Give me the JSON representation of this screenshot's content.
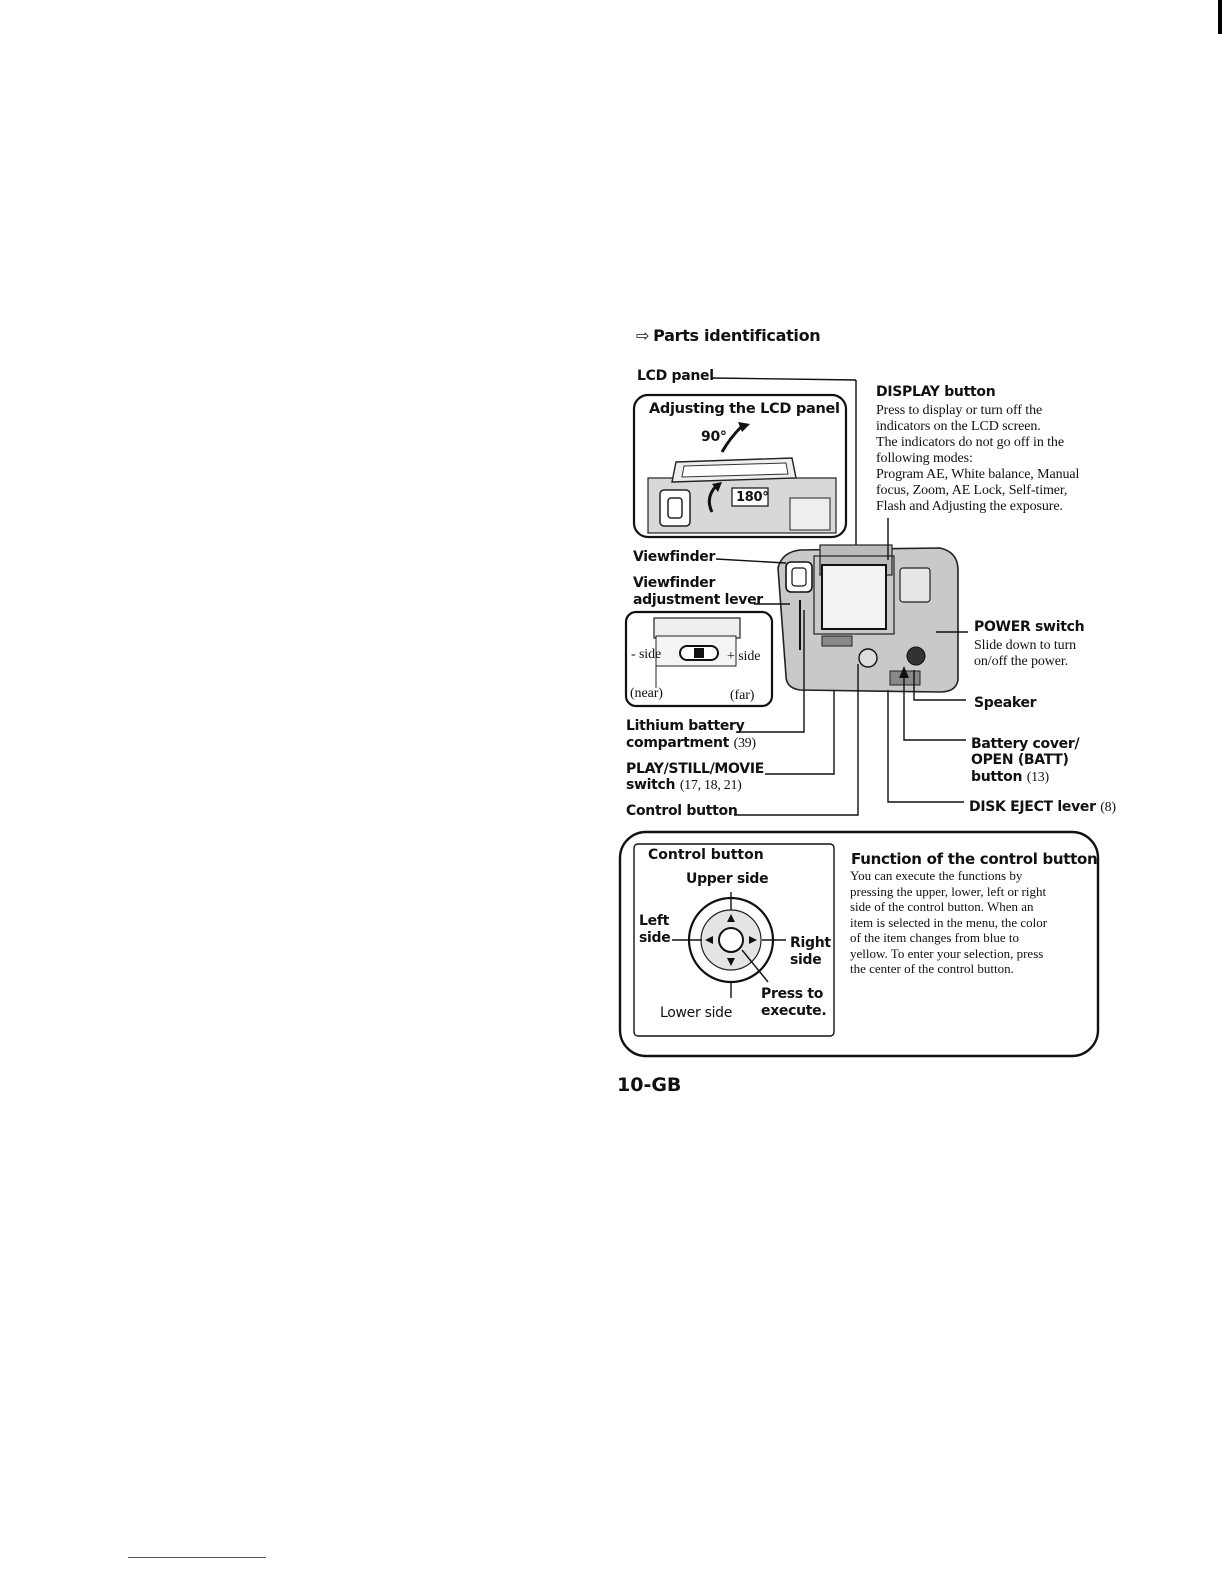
{
  "section_title": "Parts identification",
  "section_arrow": "⇨",
  "labels": {
    "lcd_panel": "LCD panel",
    "adjusting_lcd": "Adjusting the LCD panel",
    "deg90": "90°",
    "deg180": "180°",
    "viewfinder": "Viewfinder",
    "viewfinder_adj_1": "Viewfinder",
    "viewfinder_adj_2": "adjustment lever",
    "minus_side": "- side",
    "plus_side": "+ side",
    "near": "(near)",
    "far": "(far)",
    "lithium_1": "Lithium battery",
    "lithium_2": "compartment",
    "lithium_ref": "(39)",
    "play_1": "PLAY/STILL/MOVIE",
    "play_2": "switch",
    "play_ref": "(17, 18, 21)",
    "control_button": "Control button",
    "display_button": "DISPLAY button",
    "display_desc": [
      "Press to display or turn off the",
      "indicators on the LCD screen.",
      "The indicators do not go off in the",
      "following modes:",
      "Program AE, White balance, Manual",
      "focus, Zoom, AE Lock, Self-timer,",
      "Flash and Adjusting the exposure."
    ],
    "power_switch": "POWER switch",
    "power_desc": [
      "Slide down to turn",
      "on/off the power."
    ],
    "speaker": "Speaker",
    "battery_1": "Battery cover/",
    "battery_2": "OPEN (BATT)",
    "battery_3": "button",
    "battery_ref": "(13)",
    "disk_eject": "DISK EJECT lever",
    "disk_ref": "(8)"
  },
  "control_box": {
    "title": "Control button",
    "upper": "Upper side",
    "left_1": "Left",
    "left_2": "side",
    "right_1": "Right",
    "right_2": "side",
    "press_1": "Press to",
    "press_2": "execute.",
    "lower": "Lower side",
    "function_title": "Function of the control button",
    "function_desc": [
      "You can execute the functions by",
      "pressing the upper, lower, left or right",
      "side of the control button. When an",
      "item is selected in the menu, the color",
      "of the item changes from blue to",
      "yellow. To enter your selection, press",
      "the center of the control button."
    ]
  },
  "page_number": "10-GB"
}
